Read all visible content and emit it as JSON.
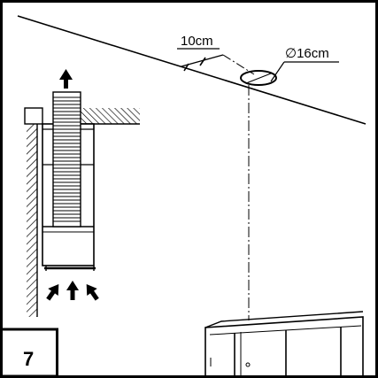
{
  "step_number": "7",
  "dimensions": {
    "offset_label": "10cm",
    "hole_diameter_label": "∅16cm"
  },
  "icons": [
    "hood-chimney-icon",
    "airflow-up-arrow-icon",
    "air-intake-arrow-icon",
    "wall-hatch-icon",
    "ceiling-hatch-icon",
    "wall-cabinet-icon"
  ],
  "colors": {
    "line": "#000000",
    "background": "#ffffff"
  }
}
